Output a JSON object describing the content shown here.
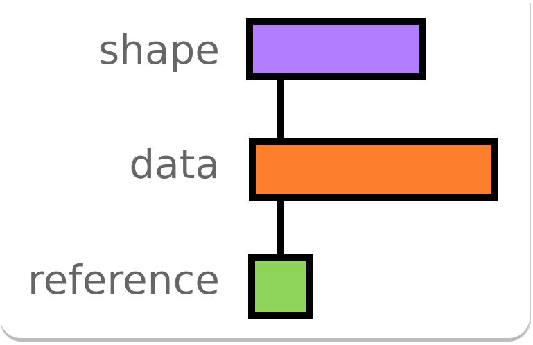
{
  "diagram": {
    "nodes": [
      {
        "id": "shape",
        "label": "shape",
        "color": "#b27eff"
      },
      {
        "id": "data",
        "label": "data",
        "color": "#fd7f2c"
      },
      {
        "id": "reference",
        "label": "reference",
        "color": "#8fd45a"
      }
    ],
    "edges": [
      {
        "from": "shape",
        "to": "data"
      },
      {
        "from": "data",
        "to": "reference"
      }
    ]
  }
}
